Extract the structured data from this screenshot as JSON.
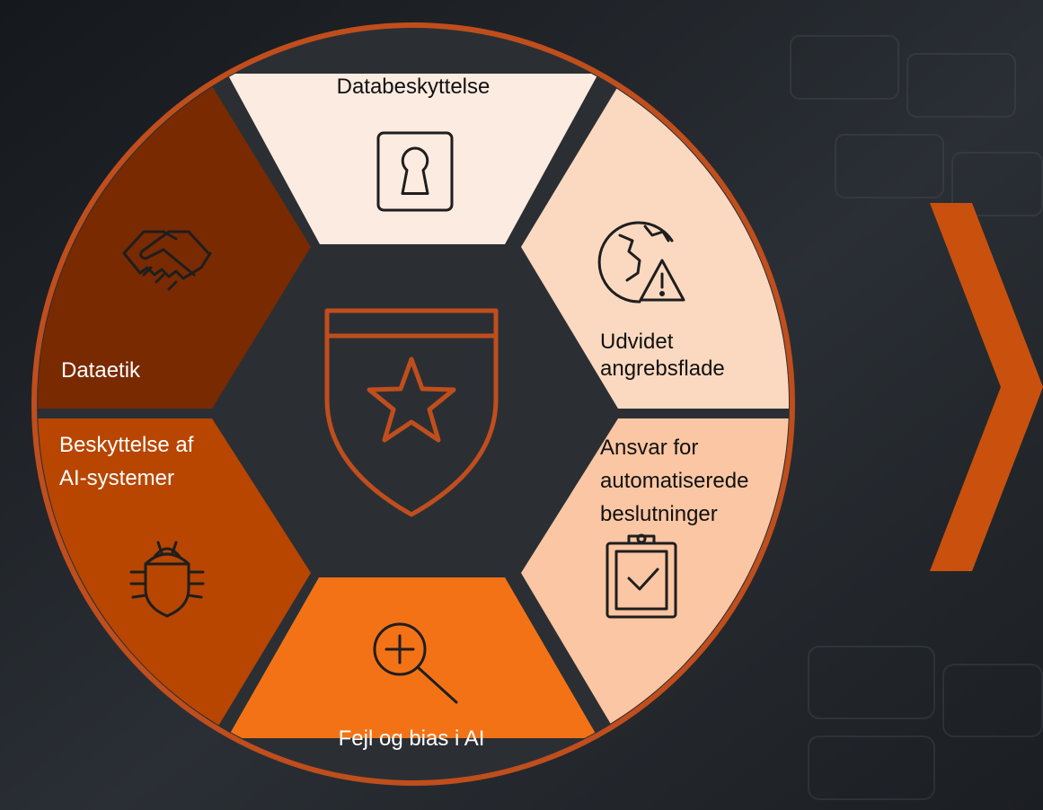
{
  "colors": {
    "ring": "#c04e1c",
    "dark_brown": "#7a2a00",
    "rust": "#b84600",
    "bright_orange": "#f47216",
    "pale_peach": "#fcebe0",
    "light_peach": "#fbd9c0",
    "peach": "#fbc6a3",
    "chevron": "#c9510d",
    "icon_dark": "#1e1e1e",
    "text_dark": "#111111",
    "text_light": "#ffffff"
  },
  "segments": {
    "top": {
      "label": "Databeskyttelse",
      "icon": "keyhole-icon"
    },
    "upper_right": {
      "line1": "Udvidet",
      "line2": "angrebsflade",
      "icon": "globe-warning-icon"
    },
    "lower_right": {
      "line1": "Ansvar for",
      "line2": "automatiserede",
      "line3": "beslutninger",
      "icon": "clipboard-check-icon"
    },
    "bottom": {
      "label": "Fejl og bias i AI",
      "icon": "magnifier-plus-icon"
    },
    "lower_left": {
      "line1": "Beskyttelse af",
      "line2": "AI-systemer",
      "icon": "bug-icon"
    },
    "upper_left": {
      "label": "Dataetik",
      "icon": "handshake-icon"
    }
  },
  "center": {
    "icon": "shield-star-icon"
  },
  "chevron": {
    "icon": "chevron-right-icon"
  }
}
